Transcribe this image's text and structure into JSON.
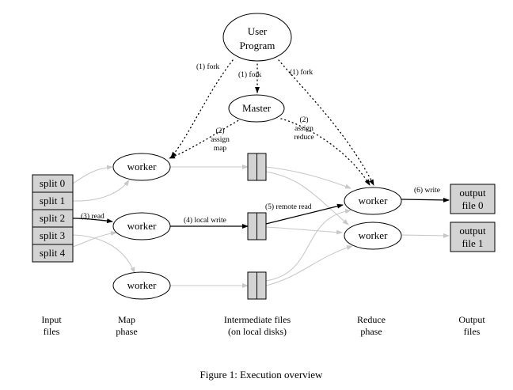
{
  "nodes": {
    "user_program": [
      "User",
      "Program"
    ],
    "master": "Master",
    "splits": [
      "split 0",
      "split 1",
      "split 2",
      "split 3",
      "split 4"
    ],
    "map_workers": [
      "worker",
      "worker",
      "worker"
    ],
    "reduce_workers": [
      "worker",
      "worker"
    ],
    "outputs": [
      [
        "output",
        "file 0"
      ],
      [
        "output",
        "file 1"
      ]
    ]
  },
  "edges": {
    "fork_left": "(1) fork",
    "fork_center": "(1) fork",
    "fork_right": "(1) fork",
    "assign_map": [
      "(2)",
      "assign",
      "map"
    ],
    "assign_reduce": [
      "(2)",
      "assign",
      "reduce"
    ],
    "read": "(3) read",
    "local_write": "(4) local write",
    "remote_read": "(5) remote read",
    "write": "(6) write"
  },
  "phases": [
    [
      "Input",
      "files"
    ],
    [
      "Map",
      "phase"
    ],
    [
      "Intermediate files",
      "(on local disks)"
    ],
    [
      "Reduce",
      "phase"
    ],
    [
      "Output",
      "files"
    ]
  ],
  "caption": "Figure 1: Execution overview"
}
